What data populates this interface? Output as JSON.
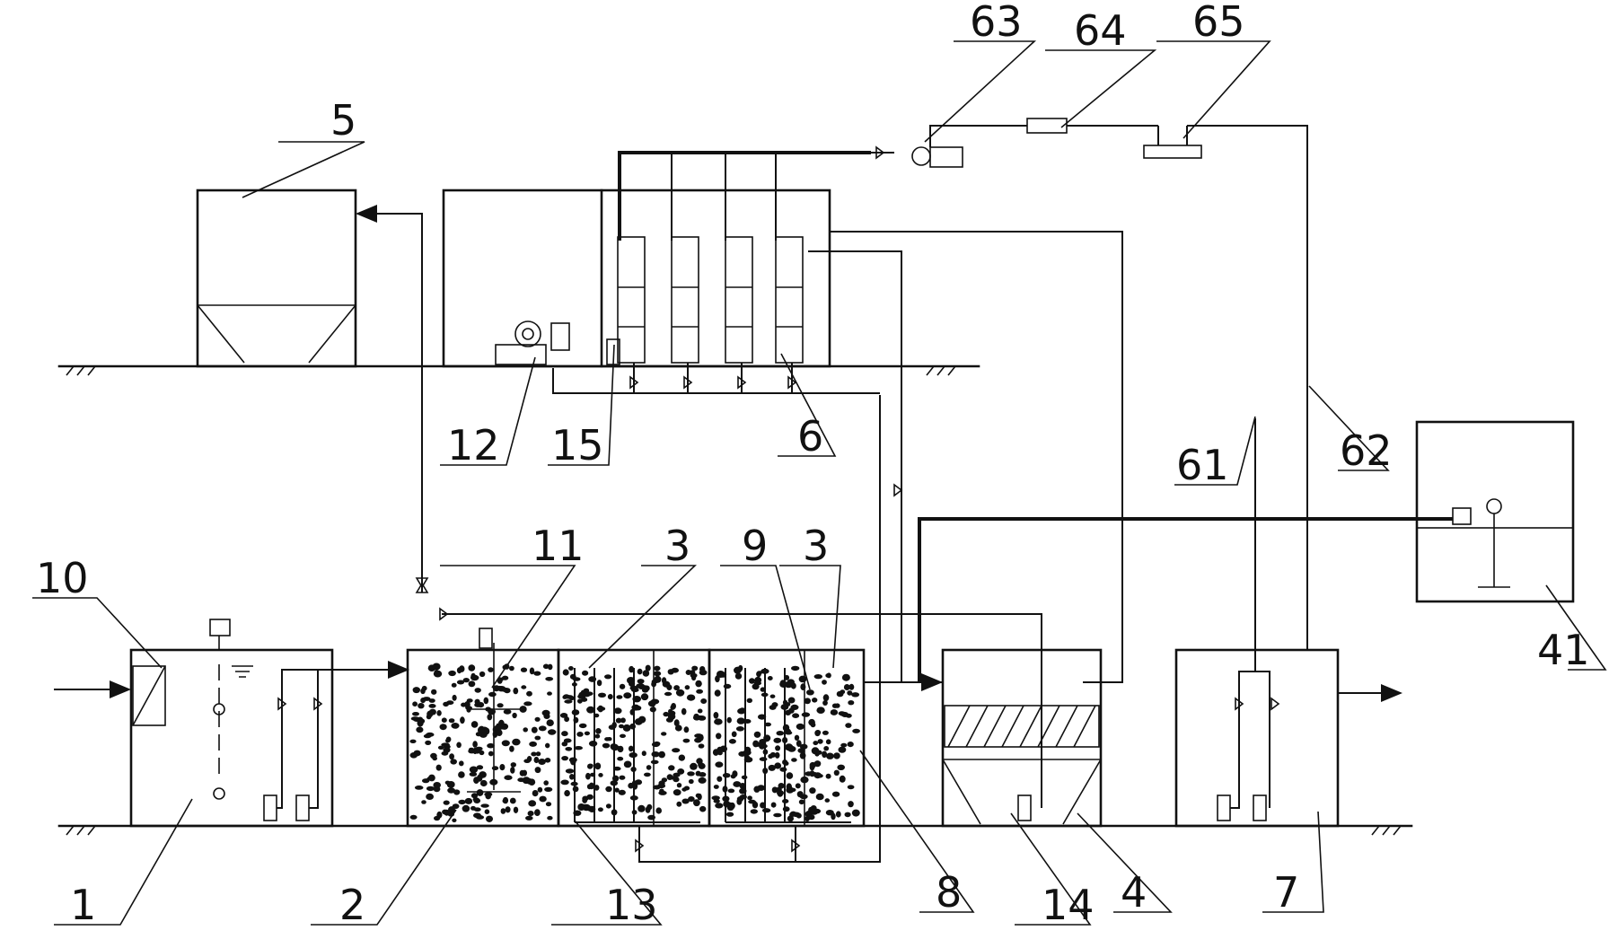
{
  "labels": {
    "l1": "1",
    "l2": "2",
    "l3a": "3",
    "l3b": "3",
    "l4": "4",
    "l5": "5",
    "l6": "6",
    "l7": "7",
    "l8": "8",
    "l9": "9",
    "l10": "10",
    "l11": "11",
    "l12": "12",
    "l13": "13",
    "l14": "14",
    "l15": "15",
    "l41": "41",
    "l61": "61",
    "l62": "62",
    "l63": "63",
    "l64": "64",
    "l65": "65"
  },
  "colors": {
    "line": "#111111",
    "background": "#ffffff"
  }
}
